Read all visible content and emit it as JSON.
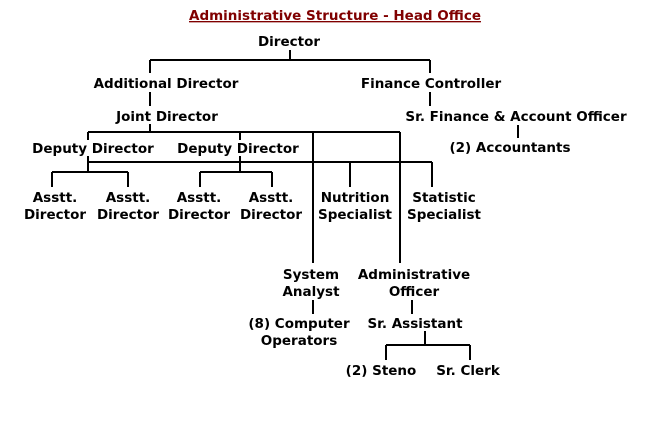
{
  "title": "Administrative Structure - Head Office",
  "colors": {
    "title": "#800000",
    "text": "#000000",
    "lines": "#000000",
    "background": "#ffffff"
  },
  "nodes": {
    "director": [
      "Director"
    ],
    "additional_director": [
      "Additional Director"
    ],
    "finance_controller": [
      "Finance Controller"
    ],
    "joint_director": [
      "Joint Director"
    ],
    "sr_finance_account_officer": [
      "Sr. Finance & Account Officer"
    ],
    "accountants": [
      "(2) Accountants"
    ],
    "deputy_director_1": [
      "Deputy Director"
    ],
    "deputy_director_2": [
      "Deputy Director"
    ],
    "asstt_director_1": [
      "Asstt.",
      "Director"
    ],
    "asstt_director_2": [
      "Asstt.",
      "Director"
    ],
    "asstt_director_3": [
      "Asstt.",
      "Director"
    ],
    "asstt_director_4": [
      "Asstt.",
      "Director"
    ],
    "nutrition_specialist": [
      "Nutrition",
      "Specialist"
    ],
    "statistic_specialist": [
      "Statistic",
      "Specialist"
    ],
    "system_analyst": [
      "System",
      "Analyst"
    ],
    "administrative_officer": [
      "Administrative",
      "Officer"
    ],
    "computer_operators": [
      "(8) Computer",
      "Operators"
    ],
    "sr_assistant": [
      "Sr. Assistant"
    ],
    "steno": [
      "(2) Steno"
    ],
    "sr_clerk": [
      "Sr. Clerk"
    ]
  }
}
